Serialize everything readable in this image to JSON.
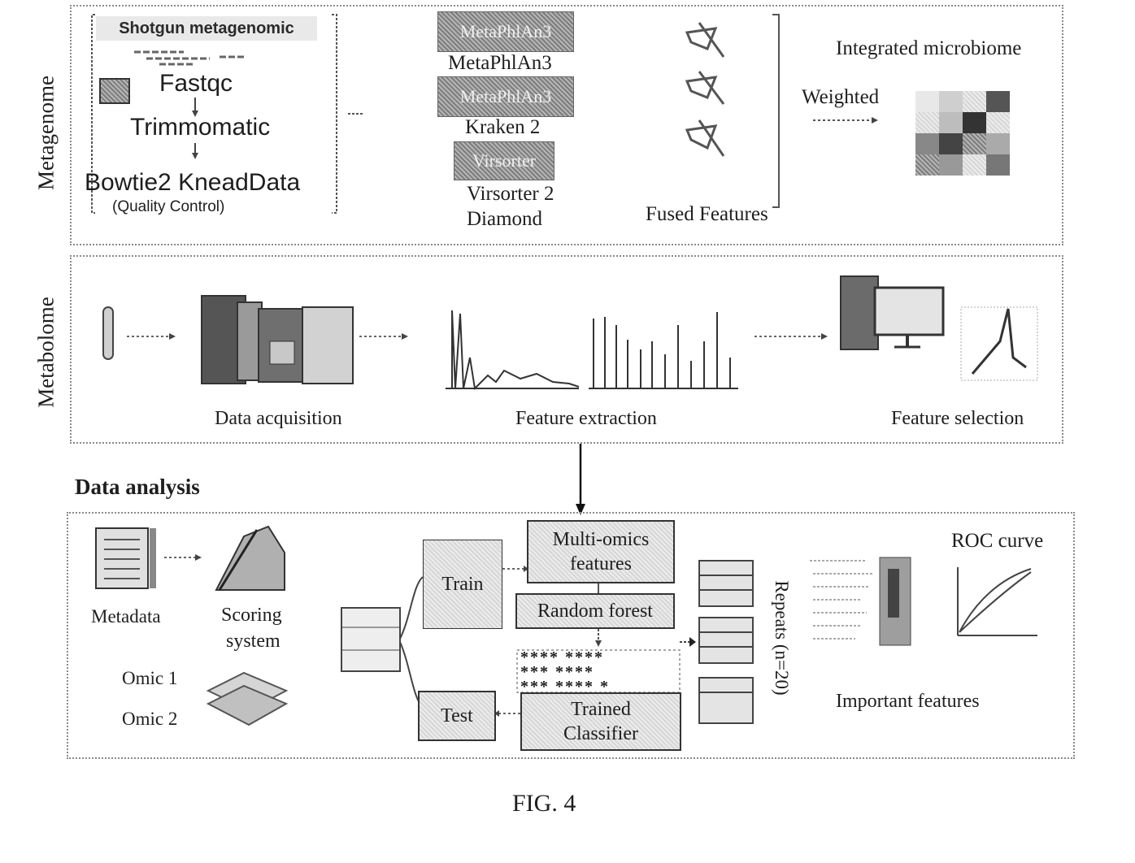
{
  "metagenome": {
    "label": "Metagenome",
    "pipeline": {
      "title": "Shotgun metagenomic",
      "step1": "Fastqc",
      "step2": "Trimmomatic",
      "step3": "Bowtie2 KneadData",
      "step3_note": "(Quality Control)"
    },
    "tools": [
      {
        "box": "MetaPhlAn3",
        "label": "MetaPhlAn3"
      },
      {
        "box": "MetaPhlAn3",
        "label": "Kraken 2"
      },
      {
        "box": "Virsorter",
        "label": "Virsorter 2"
      }
    ],
    "tool_extra_label": "Diamond",
    "fused_label": "Fused Features",
    "integrated_title": "Integrated microbiome",
    "weighted_label": "Weighted"
  },
  "metabolome": {
    "label": "Metabolome",
    "steps": [
      "Data acquisition",
      "Feature extraction",
      "Feature selection"
    ]
  },
  "analysis": {
    "heading": "Data analysis",
    "metadata_label": "Metadata",
    "scoring_label_1": "Scoring",
    "scoring_label_2": "system",
    "omic1": "Omic 1",
    "omic2": "Omic 2",
    "train": "Train",
    "test": "Test",
    "multiomics_1": "Multi-omics",
    "multiomics_2": "features",
    "random_forest": "Random forest",
    "trained_1": "Trained",
    "trained_2": "Classifier",
    "stars": [
      "**** ****",
      "*** ****",
      "*** **** *"
    ],
    "repeats": "Repeats (n=20)",
    "important_features": "Important features",
    "roc_curve": "ROC curve"
  },
  "figure_caption": "FIG. 4"
}
